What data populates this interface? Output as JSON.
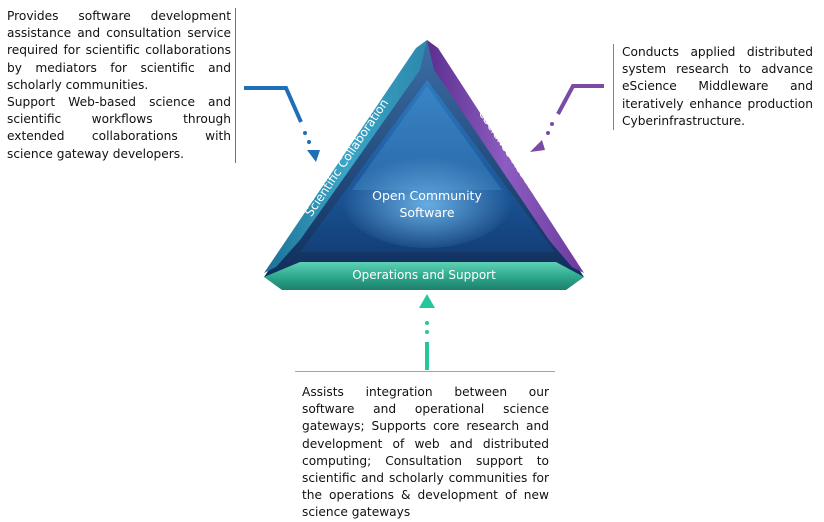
{
  "triangle": {
    "center_line1": "Open Community",
    "center_line2": "Software",
    "left_side": "Scientific Collaboration",
    "right_side": "eScience Research",
    "bottom_side": "Operations and Support"
  },
  "notes": {
    "left": [
      "Provides software development assistance and consultation service required for scientific collaborations by mediators for scientific and scholarly communities.",
      "Support Web-based science and scientific workflows through extended collaborations with science gateway developers."
    ],
    "right": "Conducts applied distributed system research to advance eScience Middleware and iteratively enhance production Cyberinfrastructure.",
    "bottom": "Assists integration between our software and operational science gateways; Supports core research and development of web and distributed computing; Consultation support to scientific and scholarly communities for the operations & development of new science gateways"
  },
  "colors": {
    "collaboration": "#2b8fb2",
    "research": "#7a49a8",
    "operations": "#2fae92",
    "core": "#1d4f8c",
    "arrow_left": "#1f6fb8",
    "arrow_right": "#7b4aa6",
    "arrow_bottom": "#25c79a"
  }
}
